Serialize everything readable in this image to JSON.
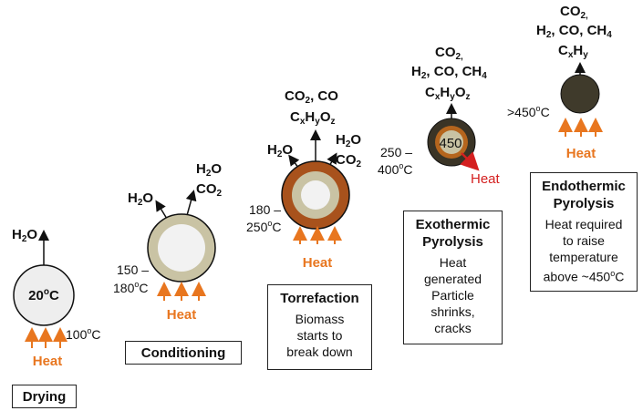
{
  "stages": [
    {
      "id": "drying",
      "label": "Drying",
      "center_temp": "20oC",
      "side_temp": "100oC",
      "heat": "Heat",
      "products": [
        "H2O"
      ]
    },
    {
      "id": "conditioning",
      "label": "Conditioning",
      "temp_range": [
        "150 –",
        "180oC"
      ],
      "heat": "Heat",
      "products_left": "H2O",
      "products_right": [
        "H2O",
        "CO2"
      ]
    },
    {
      "id": "torrefaction",
      "label": "Torrefaction",
      "description": [
        "Biomass",
        "starts to",
        "break down"
      ],
      "temp_range": [
        "180 –",
        "250oC"
      ],
      "heat": "Heat",
      "products_top": [
        "CO2, CO",
        "CxHyOz"
      ],
      "products_left": "H2O",
      "products_right": [
        "H2O",
        "CO2"
      ]
    },
    {
      "id": "exothermic",
      "label": [
        "Exothermic",
        "Pyrolysis"
      ],
      "description": [
        "Heat",
        "generated",
        "Particle",
        "shrinks,",
        "cracks"
      ],
      "temp_range": [
        "250 –",
        "400oC"
      ],
      "center_temp": "450",
      "heat_out": "Heat",
      "products_top": [
        "CO2,",
        "H2, CO, CH4",
        "CxHyOz"
      ]
    },
    {
      "id": "endothermic",
      "label": [
        "Endothermic",
        "Pyrolysis"
      ],
      "description": [
        "Heat required",
        "to raise",
        "temperature",
        "above ~450oC"
      ],
      "side_temp": ">450oC",
      "heat": "Heat",
      "products_top": [
        "CO2,",
        "H2, CO, CH4",
        "CxHy"
      ]
    }
  ],
  "colors": {
    "heat": "#e8761f",
    "heat_out": "#d42020",
    "conditioning_ring": "#c9c3a4",
    "torrefaction_ring": "#a8521c",
    "exothermic_core": "#3a3426",
    "endothermic_particle": "#3f3a2b"
  }
}
